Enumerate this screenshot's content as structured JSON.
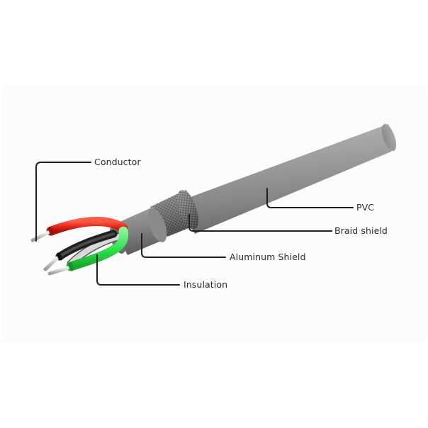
{
  "diagram": {
    "type": "cable cross-section cutaway",
    "subject": "shielded multi-core cable",
    "background_color": "#ffffff",
    "band_color": "#fcfcfc",
    "leader_color": "#1e1e1e",
    "labels": [
      {
        "id": "conductor",
        "text": "Conductor"
      },
      {
        "id": "insulation",
        "text": "Insulation"
      },
      {
        "id": "aluminum_shield",
        "text": "Aluminum Shield"
      },
      {
        "id": "braid_shield",
        "text": "Braid shield"
      },
      {
        "id": "pvc",
        "text": "PVC"
      }
    ],
    "layers": {
      "pvc_jacket": {
        "color": "#8f8f8f"
      },
      "braid_shield": {
        "color": "#7a7a7a",
        "pattern": "diamond mesh"
      },
      "aluminum_shield": {
        "color": "#7c7c7c"
      },
      "wires": [
        {
          "insulation_color": "#e8291c"
        },
        {
          "insulation_color": "#2a2a2a"
        },
        {
          "insulation_color": "#d9d9d9"
        },
        {
          "insulation_color": "#2ee34a"
        }
      ],
      "conductor_color": "#c8c8c8"
    }
  }
}
